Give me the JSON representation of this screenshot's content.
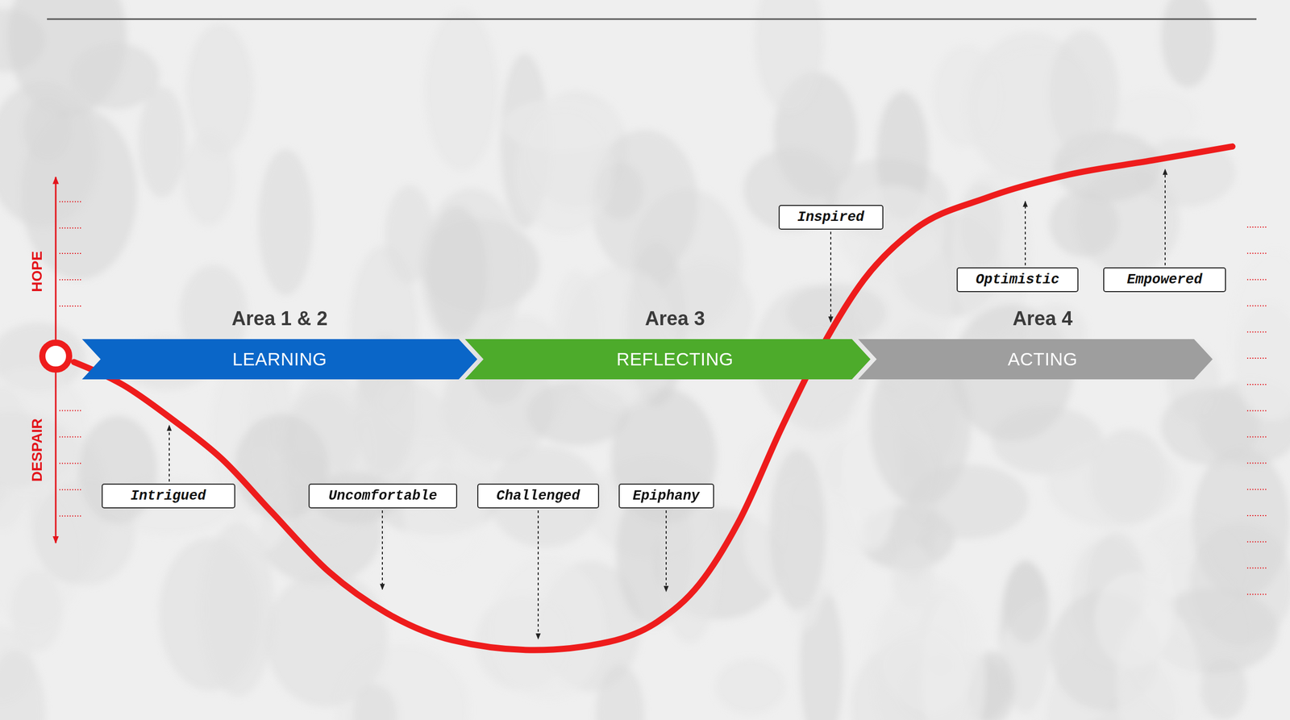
{
  "diagram": {
    "nodes": [
      {
        "text": [
          "Area 1 & 2",
          "LEARNING"
        ]
      },
      {
        "text": [
          "Area 3",
          "REFLECTING"
        ]
      },
      {
        "text": [
          "Area 4",
          "ACTING"
        ]
      },
      {
        "text": [
          "Intrigued"
        ]
      },
      {
        "text": [
          "Uncomfortable"
        ]
      },
      {
        "text": [
          "Challenged"
        ]
      },
      {
        "text": [
          "Epiphany"
        ]
      },
      {
        "text": [
          "Inspired"
        ]
      },
      {
        "text": [
          "Optimistic"
        ]
      },
      {
        "text": [
          "Empowered"
        ]
      }
    ],
    "labels": [
      "HOPE",
      "DESPAIR"
    ]
  }
}
